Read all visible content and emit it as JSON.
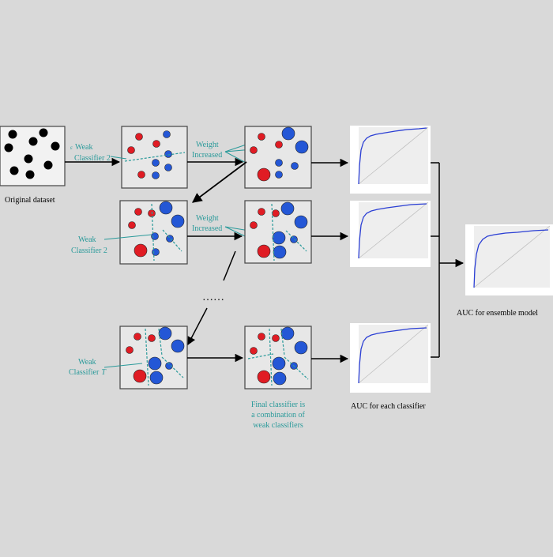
{
  "labels": {
    "original_dataset": "Original dataset",
    "weak_prefix": "ε",
    "weak": "Weak",
    "classifier_2": "Classifier 2",
    "classifier_t": "Classifier",
    "classifier_t_italic": "T",
    "weight": "Weight",
    "increased": "Increased",
    "final_line1": "Final classifier is",
    "final_line2": "a combination of",
    "final_line3": "weak classifiers",
    "auc_each": "AUC for each classifier",
    "auc_ensemble": "AUC for ensemble model",
    "ellipsis": "……"
  },
  "colors": {
    "background": "#d9d9d9",
    "panel_fill": "#e7e7e7",
    "red_point": "#e01c24",
    "blue_point": "#2457d6",
    "black_point": "#000000",
    "annotation_text": "#2a9a9a",
    "roc_curve": "#2b3fd4",
    "arrow": "#000000"
  },
  "icons": {
    "arrow": "arrow-right-icon"
  }
}
